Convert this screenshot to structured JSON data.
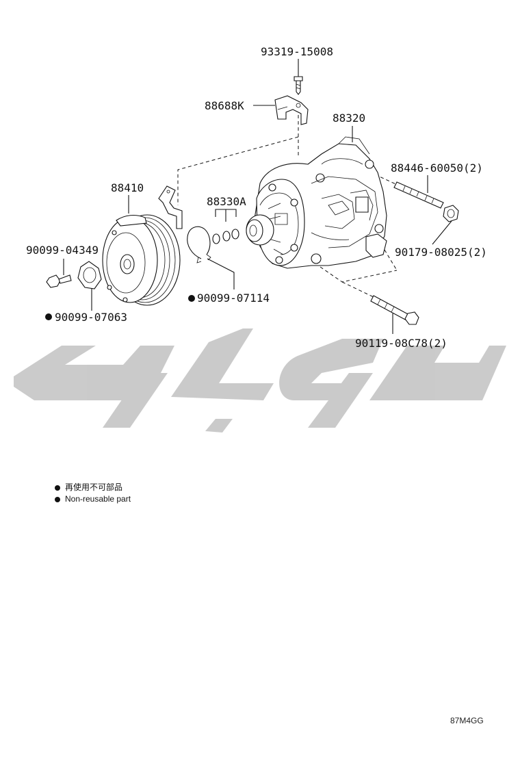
{
  "labels": {
    "p93319": "93319-15008",
    "p88688k": "88688K",
    "p88320": "88320",
    "p88446": "88446-60050(2)",
    "p88410": "88410",
    "p88330a": "88330A",
    "p90179": "90179-08025(2)",
    "p90099_04349": "90099-04349",
    "p90099_07114": "90099-07114",
    "p90099_07063": "90099-07063",
    "p90119": "90119-08C78(2)"
  },
  "watermark": "تویوتا",
  "legend": {
    "jp": "再使用不可部品",
    "en": "Non-reusable part"
  },
  "illustration_code": "87M4GG",
  "colors": {
    "ink": "#111111",
    "watermark": "#c8c8c8"
  }
}
